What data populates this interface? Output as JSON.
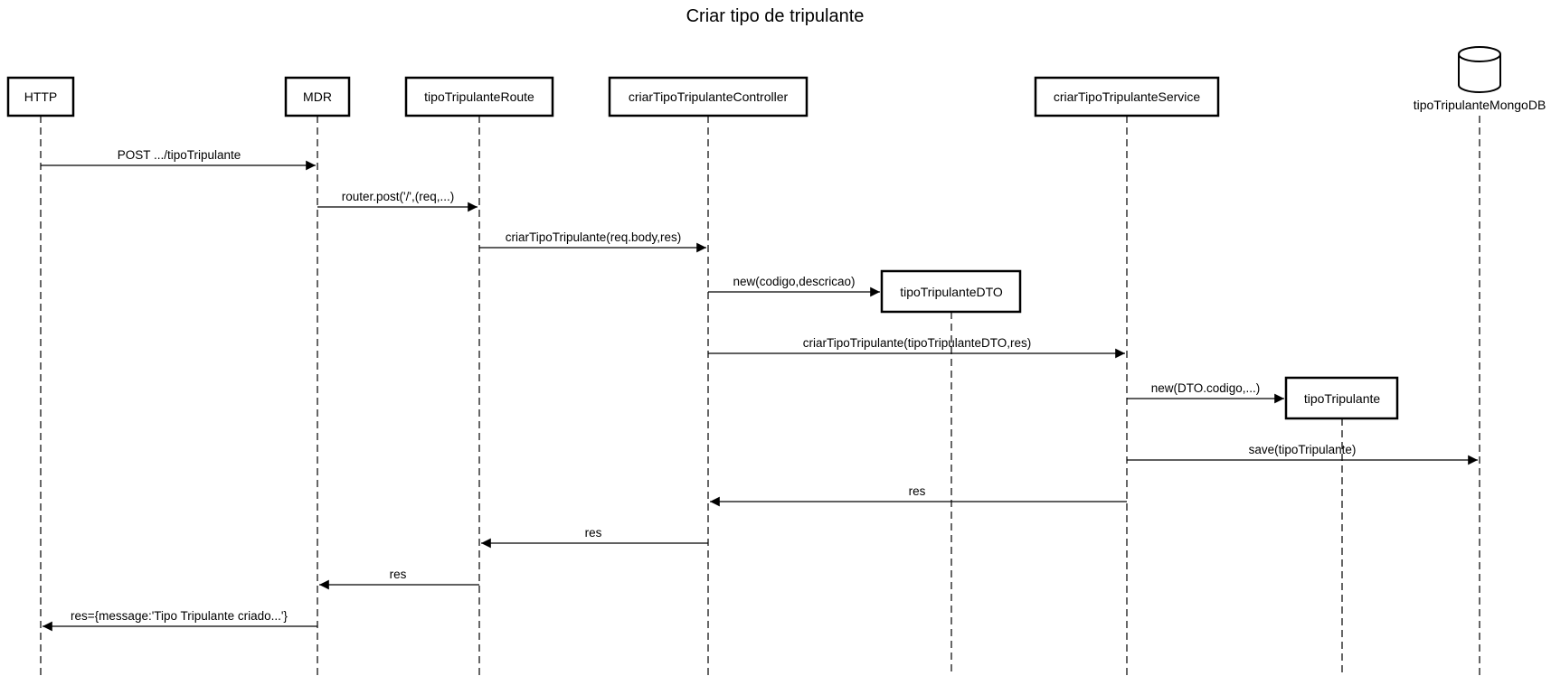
{
  "title": "Criar tipo de tripulante",
  "participants": [
    {
      "id": "http",
      "label": "HTTP"
    },
    {
      "id": "mdr",
      "label": "MDR"
    },
    {
      "id": "route",
      "label": "tipoTripulanteRoute"
    },
    {
      "id": "controller",
      "label": "criarTipoTripulanteController"
    },
    {
      "id": "service",
      "label": "criarTipoTripulanteService"
    },
    {
      "id": "mongo",
      "label": "tipoTripulanteMongoDB",
      "kind": "database"
    }
  ],
  "created": [
    {
      "id": "dto",
      "label": "tipoTripulanteDTO"
    },
    {
      "id": "tipo",
      "label": "tipoTripulante"
    }
  ],
  "messages": [
    {
      "from": "http",
      "to": "mdr",
      "label": "POST .../tipoTripulante"
    },
    {
      "from": "mdr",
      "to": "route",
      "label": "router.post('/',(req,...)"
    },
    {
      "from": "route",
      "to": "controller",
      "label": "criarTipoTripulante(req.body,res)"
    },
    {
      "from": "controller",
      "to": "dto",
      "label": "new(codigo,descricao)"
    },
    {
      "from": "controller",
      "to": "service",
      "label": "criarTipoTripulante(tipoTripulanteDTO,res)"
    },
    {
      "from": "service",
      "to": "tipo",
      "label": "new(DTO.codigo,...)"
    },
    {
      "from": "service",
      "to": "mongo",
      "label": "save(tipoTripulante)"
    },
    {
      "from": "service",
      "to": "controller",
      "label": "res"
    },
    {
      "from": "controller",
      "to": "route",
      "label": "res"
    },
    {
      "from": "route",
      "to": "mdr",
      "label": "res"
    },
    {
      "from": "mdr",
      "to": "http",
      "label": "res={message:'Tipo Tripulante criado...'}"
    }
  ]
}
